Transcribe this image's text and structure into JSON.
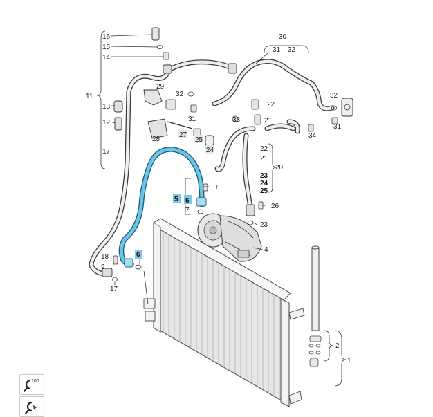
{
  "colors": {
    "highlight": "#7fc8e6",
    "highlight_pipe": "#6ec4e6",
    "line": "#333333"
  },
  "callouts": {
    "c16": "16",
    "c15": "15",
    "c14": "14",
    "c11": "11",
    "c13": "13",
    "c12": "12",
    "c17a": "17",
    "c29": "29",
    "c32a": "32",
    "c31a": "31",
    "c22a": "22",
    "c33": "33",
    "c21a": "21",
    "c27": "27",
    "c25": "25",
    "c28": "28",
    "c24": "24",
    "c30": "30",
    "c31b": "31",
    "c32b": "32",
    "c32c": "32",
    "c31c": "31",
    "c34": "34",
    "c22b": "22",
    "c21b": "21",
    "c20": "20",
    "c23a": "23",
    "c24b": "24",
    "c25b": "25",
    "c26": "26",
    "c23b": "23",
    "c8": "8",
    "c5": "5",
    "c6a": "6",
    "c7": "7",
    "c4": "4",
    "c6b": "6",
    "c18": "18",
    "c9": "9",
    "c17b": "17",
    "c2": "2",
    "c1": "1"
  },
  "toolbar": {
    "zoom_icon": "zoom-100-icon",
    "zoom_label": "100",
    "pick_icon": "select-part-icon"
  }
}
